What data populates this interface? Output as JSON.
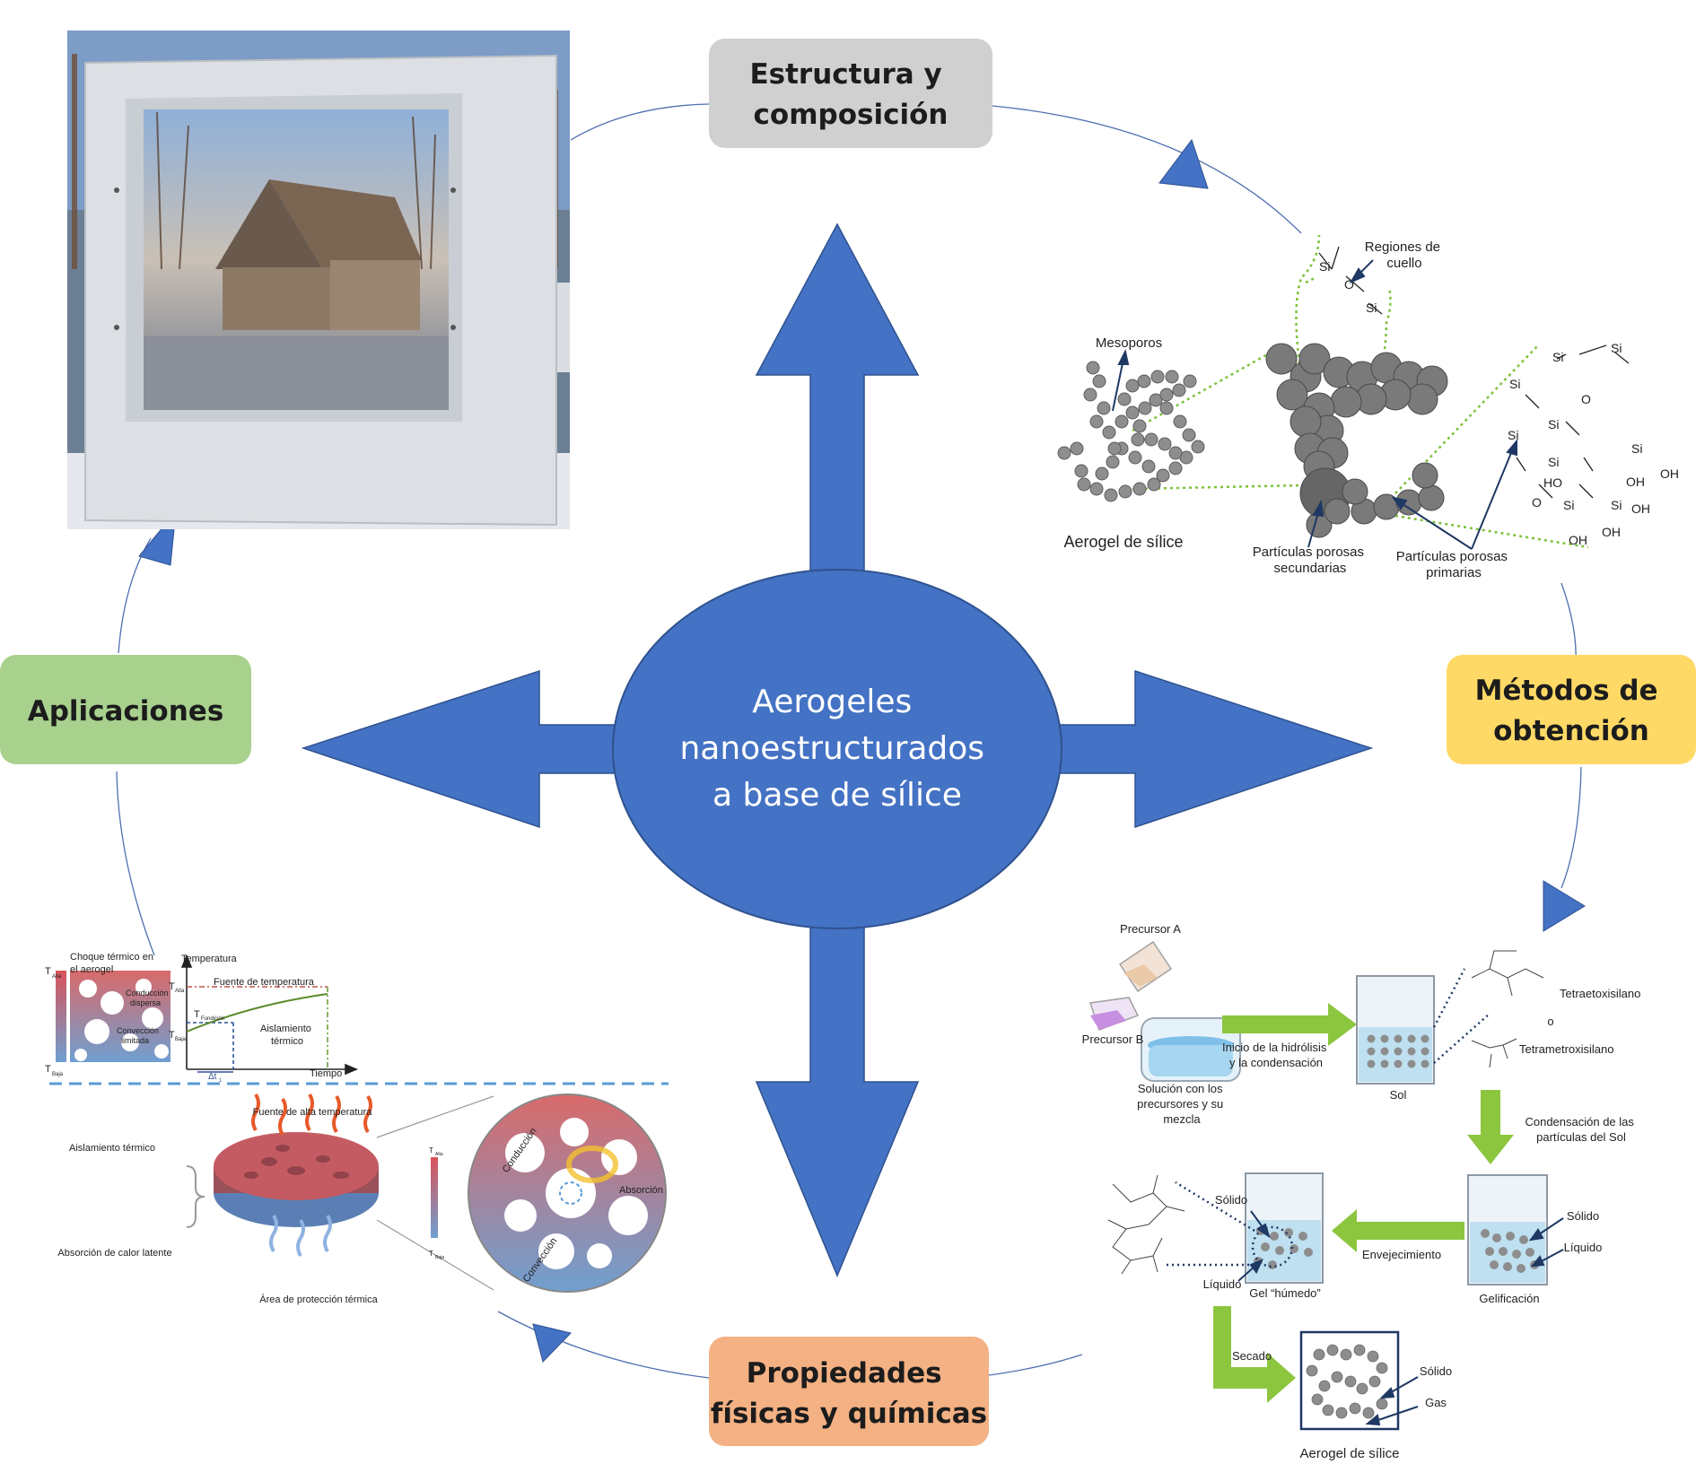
{
  "center": {
    "lines": [
      "Aerogeles",
      "nanoestructurados",
      "a base de sílice"
    ],
    "color": "#4472c4"
  },
  "boxes": {
    "estructura": {
      "lines": [
        "Estructura y",
        "composición"
      ],
      "color": "#d0d0d0"
    },
    "metodos": {
      "lines": [
        "Métodos de",
        "obtención"
      ],
      "color": "#ffd966"
    },
    "propiedades": {
      "lines": [
        "Propiedades",
        "físicas y químicas"
      ],
      "color": "#f4b183"
    },
    "aplicaciones": {
      "lines": [
        "Aplicaciones"
      ],
      "color": "#a9d18e"
    }
  },
  "structure_panel": {
    "neck_regions": [
      "Regiones de",
      "cuello"
    ],
    "mesopores": "Mesoporos",
    "silica_aerogel": "Aerogel de sílice",
    "secondary_particles": [
      "Partículas porosas",
      "secundarias"
    ],
    "primary_particles": [
      "Partículas porosas",
      "primarias"
    ],
    "chem_si": "Si",
    "chem_o": "O",
    "chem_oh": "OH",
    "chem_ho": "HO"
  },
  "synthesis_panel": {
    "precursor_a": "Precursor A",
    "precursor_b": "Precursor B",
    "solution": [
      "Solución con los",
      "precursores y su",
      "mezcla"
    ],
    "hydrolysis": [
      "Inicio de la hidrólisis",
      "y la condensación"
    ],
    "sol": "Sol",
    "teos": "Tetraetoxisilano",
    "or": "o",
    "tmos": "Tetrametroxisilano",
    "condensation": [
      "Condensación de las",
      "partículas del Sol"
    ],
    "solid": "Sólido",
    "liquid": "Líquido",
    "gelation": "Gelificación",
    "aging": "Envejecimiento",
    "wet_gel": "Gel “húmedo”",
    "drying": "Secado",
    "gas": "Gas",
    "final_aerogel": "Aerogel de sílice"
  },
  "properties_panel": {
    "thermal_shock": [
      "Choque térmico en",
      "el aerogel"
    ],
    "t_high": "T",
    "t_high_sub": "Alta",
    "t_low": "T",
    "t_low_sub": "Baja",
    "t_melt_sub": "Fundición",
    "dispersed_conduction": [
      "Conducción",
      "dispersa"
    ],
    "limited_convection": [
      "Convección",
      "limitada"
    ],
    "temperature": "Temperatura",
    "temp_source": "Fuente de temperatura",
    "thermal_insulation_chart": [
      "Aislamiento",
      "térmico"
    ],
    "time": "Tiempo",
    "delta_t": "Δt",
    "delta_t_sub": "1",
    "high_temp_source": "Fuente de alta temperatura",
    "thermal_insulation": "Aislamiento térmico",
    "latent_heat": "Absorción de calor latente",
    "protection_area": "Área de protección térmica",
    "conduction": "Conducción",
    "absorption": "Absorción",
    "convection": "Convección"
  }
}
